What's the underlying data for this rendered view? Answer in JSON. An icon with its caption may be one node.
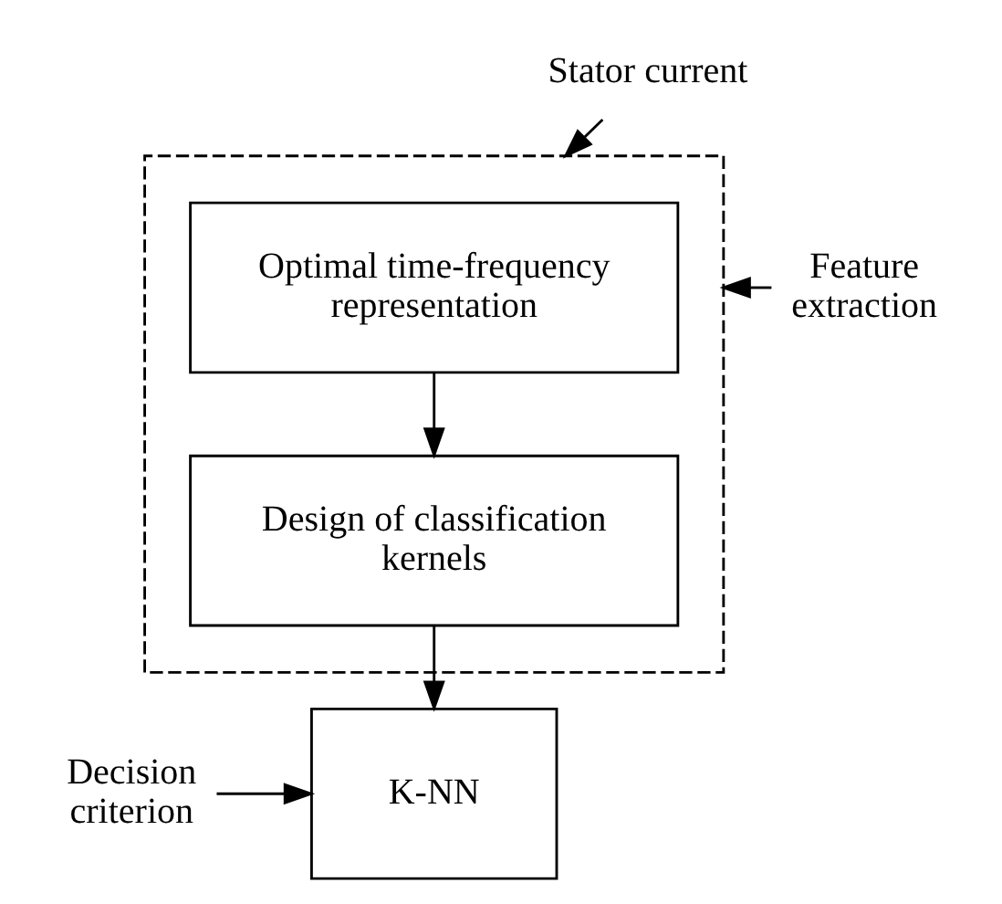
{
  "diagram": {
    "nodes": [
      {
        "text": [
          "Stator current"
        ]
      },
      {
        "text": [],
        "shape": "box"
      },
      {
        "text": [
          "Optimal time-frequency representation"
        ],
        "in": 1
      },
      {
        "text": [
          "Design of classification kernels"
        ],
        "in": 1
      },
      {
        "text": [
          "Feature extraction"
        ]
      },
      {
        "text": [
          "K-NN"
        ]
      },
      {
        "text": [
          "Decision criterion"
        ]
      }
    ],
    "edges": [
      {
        "from": 0,
        "to": 1,
        "arrow": "to"
      },
      {
        "from": 4,
        "to": 1,
        "arrow": "to"
      },
      {
        "from": 2,
        "to": 3,
        "arrow": "to"
      },
      {
        "from": 3,
        "to": 5,
        "arrow": "to"
      },
      {
        "from": 6,
        "to": 5,
        "arrow": "to"
      }
    ]
  }
}
